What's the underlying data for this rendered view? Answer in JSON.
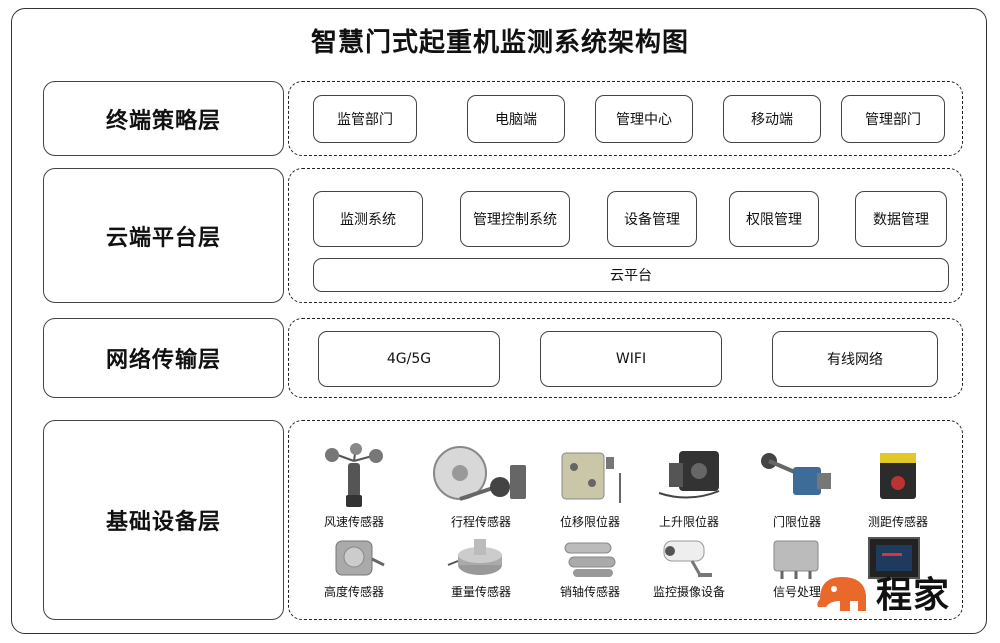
{
  "title": "智慧门式起重机监测系统架构图",
  "layers": {
    "terminal": {
      "label": "终端策略层",
      "nodes": [
        "监管部门",
        "电脑端",
        "管理中心",
        "移动端",
        "管理部门"
      ]
    },
    "cloud": {
      "label": "云端平台层",
      "nodes": [
        "监测系统",
        "管理控制系统",
        "设备管理",
        "权限管理",
        "数据管理"
      ],
      "platform": "云平台"
    },
    "network": {
      "label": "网络传输层",
      "nodes": [
        "4G/5G",
        "WIFI",
        "有线网络"
      ]
    },
    "device": {
      "label": "基础设备层",
      "items": [
        "风速传感器",
        "行程传感器",
        "位移限位器",
        "上升限位器",
        "门限位器",
        "测距传感器",
        "高度传感器",
        "重量传感器",
        "销轴传感器",
        "监控摄像设备",
        "信号处理"
      ]
    }
  },
  "logo": {
    "text": "程家",
    "color": "#e8692a"
  }
}
